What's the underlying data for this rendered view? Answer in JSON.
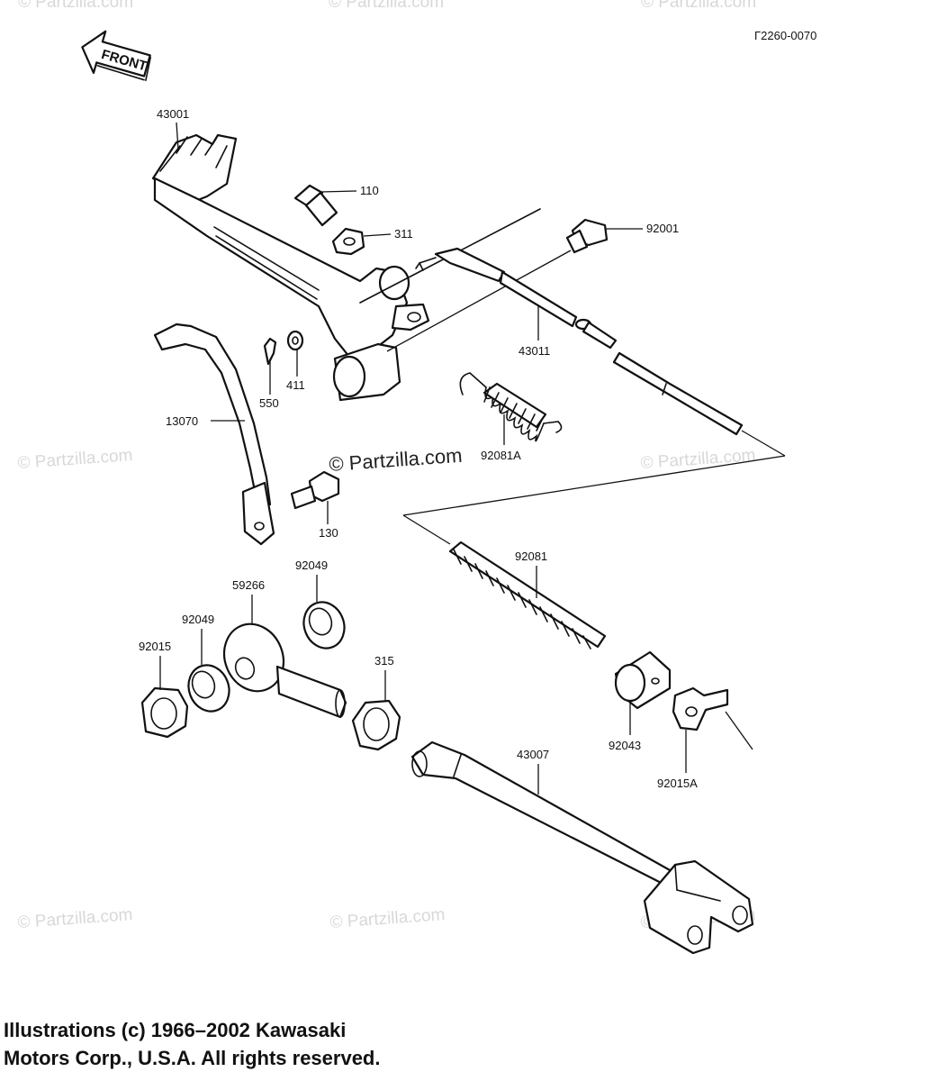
{
  "diagram": {
    "code": "Γ2260-0070",
    "front_label": "FRONT",
    "watermark": "© Partzilla.com",
    "parts": [
      {
        "id": "43001"
      },
      {
        "id": "110"
      },
      {
        "id": "311"
      },
      {
        "id": "92001"
      },
      {
        "id": "43011"
      },
      {
        "id": "550"
      },
      {
        "id": "411"
      },
      {
        "id": "13070"
      },
      {
        "id": "92081A"
      },
      {
        "id": "130"
      },
      {
        "id": "92081"
      },
      {
        "id": "92049"
      },
      {
        "id": "59266"
      },
      {
        "id": "92049"
      },
      {
        "id": "92015"
      },
      {
        "id": "315"
      },
      {
        "id": "92043"
      },
      {
        "id": "43007"
      },
      {
        "id": "92015A"
      }
    ]
  },
  "footer": {
    "line1": "Illustrations (c) 1966–2002 Kawasaki",
    "line2": "Motors Corp., U.S.A.  All rights reserved."
  }
}
